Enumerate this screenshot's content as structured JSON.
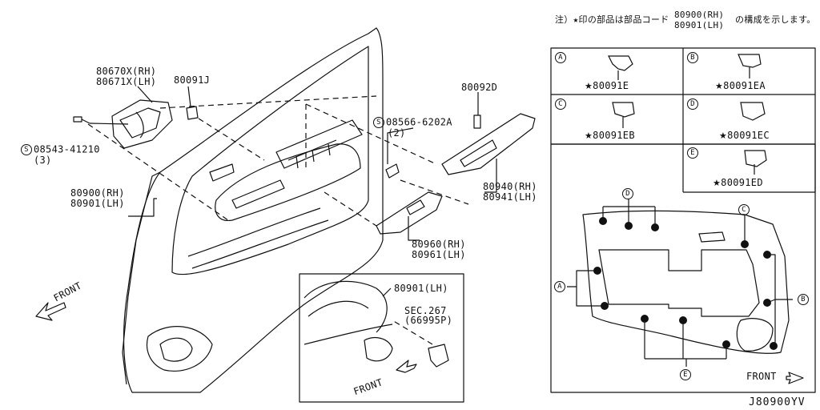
{
  "note": {
    "prefix": "注）★印の部品は部品コード",
    "codes": [
      "80900(RH)",
      "80901(LH)"
    ],
    "suffix": "の構成を示します。"
  },
  "parts": {
    "handle": [
      "80670X(RH)",
      "80671X(LH)"
    ],
    "clip_j": "80091J",
    "screw_left": {
      "symbol": "S",
      "code": "08543-41210",
      "qty": "(3)"
    },
    "finisher": [
      "80900(RH)",
      "80901(LH)"
    ],
    "screw_mid": {
      "symbol": "S",
      "code": "08566-6202A",
      "qty": "(2)"
    },
    "clip_d": "80092D",
    "armrest": [
      "80940(RH)",
      "80941(LH)"
    ],
    "switch_finisher": [
      "80960(RH)",
      "80961(LH)"
    ]
  },
  "inset": {
    "part": "80901(LH)",
    "section": [
      "SEC.267",
      "(66995P)"
    ],
    "front": "FRONT"
  },
  "front_left": "FRONT",
  "clip_grid": [
    {
      "letter": "A",
      "code": "80091E"
    },
    {
      "letter": "B",
      "code": "80091EA"
    },
    {
      "letter": "C",
      "code": "80091EB"
    },
    {
      "letter": "D",
      "code": "80091EC"
    },
    {
      "letter": "E",
      "code": "80091ED"
    }
  ],
  "clip_diagram": {
    "letters": [
      "D",
      "C",
      "A",
      "B",
      "E"
    ],
    "front": "FRONT"
  },
  "reference": "J80900YV"
}
